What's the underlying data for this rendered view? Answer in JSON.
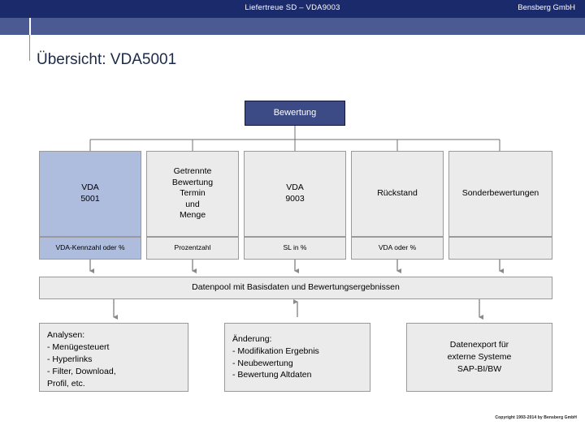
{
  "header": {
    "title": "Liefertreue SD – VDA9003",
    "company": "Bensberg GmbH"
  },
  "page_title": "Übersicht: VDA5001",
  "diagram": {
    "top_node": {
      "label": "Bewertung"
    },
    "columns": [
      {
        "name": "vda5001",
        "title": "VDA\n5001",
        "subtitle": "VDA-Kennzahl oder %",
        "highlighted": true
      },
      {
        "name": "getrennte-bewertung",
        "title": "Getrennte\nBewertung\nTermin\nund\nMenge",
        "subtitle": "Prozentzahl",
        "highlighted": false
      },
      {
        "name": "vda9003",
        "title": "VDA\n9003",
        "subtitle": "SL in %",
        "highlighted": false
      },
      {
        "name": "rueckstand",
        "title": "Rückstand",
        "subtitle": "VDA oder %",
        "highlighted": false
      },
      {
        "name": "sonderbewertungen",
        "title": "Sonderbewertungen",
        "subtitle": "",
        "highlighted": false
      }
    ],
    "datapool": {
      "label": "Datenpool mit Basisdaten und Bewertungsergebnissen"
    },
    "bottom_nodes": [
      {
        "name": "analysen",
        "text": "Analysen:\n- Menügesteuert\n- Hyperlinks\n- Filter, Download,\n  Profil, etc.",
        "arrow_direction": "down"
      },
      {
        "name": "aenderung",
        "text": "Änderung:\n- Modifikation Ergebnis\n- Neubewertung\n- Bewertung Altdaten",
        "arrow_direction": "up"
      },
      {
        "name": "datenexport",
        "text": "Datenexport für\nexterne Systeme\nSAP-BI/BW",
        "arrow_direction": "down"
      }
    ]
  },
  "footer": {
    "copyright": "Copyright 1993-2014 by Bensberg GmbH"
  },
  "colors": {
    "header_dark": "#1b2a6b",
    "header_light": "#4c5a93",
    "node_dark": "#3c4a86",
    "cell_fill": "#ebebeb",
    "cell_highlight": "#aebcdd",
    "border": "#9a9a9a",
    "title_text": "#1b2a4a"
  }
}
